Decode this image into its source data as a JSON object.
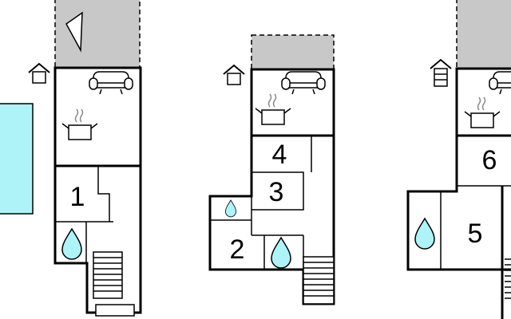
{
  "colors": {
    "pool": "#aef3f8",
    "terrace": "#c8c8c8",
    "water_drop": "#aef3f8",
    "wall": "#000000"
  },
  "icons": [
    "house-entrance-icon",
    "sofa-icon",
    "cooking-pot-icon",
    "water-drop-icon",
    "staircase-icon",
    "compass-triangle-icon"
  ],
  "rooms": {
    "r1": "1",
    "r2": "2",
    "r3": "3",
    "r4": "4",
    "r5": "5",
    "r6": "6"
  }
}
